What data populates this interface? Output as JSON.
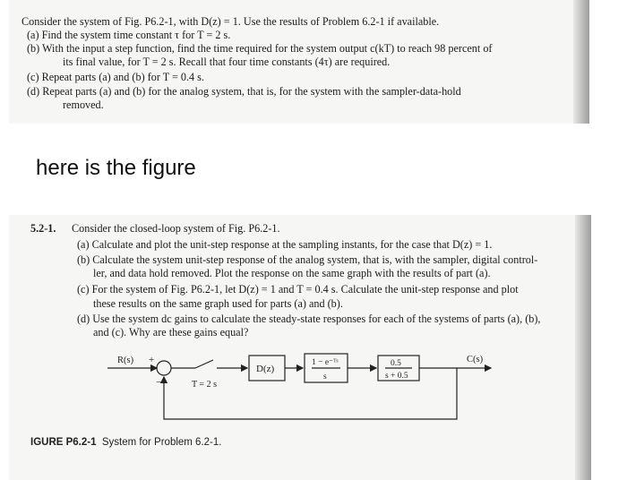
{
  "top": {
    "intro": "Consider the system of Fig. P6.2-1, with D(z) = 1. Use the results of Problem 6.2-1 if available.",
    "a": "(a) Find the system time constant τ for T = 2 s.",
    "b1": "(b) With the input a step function, find the time required for the system output c(kT) to reach 98 percent of",
    "b2": "its final value, for T = 2 s. Recall that four time constants (4τ) are required.",
    "c": "(c) Repeat parts (a) and (b) for T = 0.4 s.",
    "d1": "(d) Repeat parts (a) and (b) for the analog system, that is, for the system with the sampler-data-hold",
    "d2": "removed."
  },
  "heading": "here is the figure",
  "problem": {
    "number": "5.2-1.",
    "intro": "Consider the closed-loop system of Fig. P6.2-1.",
    "a": "(a) Calculate and plot the unit-step response at the sampling instants, for the case that D(z) = 1.",
    "b1": "(b) Calculate the system unit-step response of the analog system, that is, with the sampler, digital control-",
    "b2": "ler, and data hold removed. Plot the response on the same graph with the results of part (a).",
    "c1": "(c) For the system of Fig. P6.2-1, let D(z) = 1 and T = 0.4 s. Calculate the unit-step response and plot",
    "c2": "these results on the same graph used for parts (a) and (b).",
    "d1": "(d) Use the system dc gains to calculate the steady-state responses for each of the systems of parts (a), (b),",
    "d2": "and (c). Why are these gains equal?"
  },
  "figure": {
    "input_label": "R(s)",
    "plus_sign": "+",
    "minus_sign": "−",
    "sampler_label": "T = 2 s",
    "controller": "D(z)",
    "hold_numerator": "1 − e⁻ᵀˢ",
    "hold_denominator": "s",
    "plant_numerator": "0.5",
    "plant_denominator": "s + 0.5",
    "output_label": "C(s)"
  },
  "caption": {
    "label": "IGURE P6.2-1",
    "text": "System for Problem 6.2-1."
  }
}
